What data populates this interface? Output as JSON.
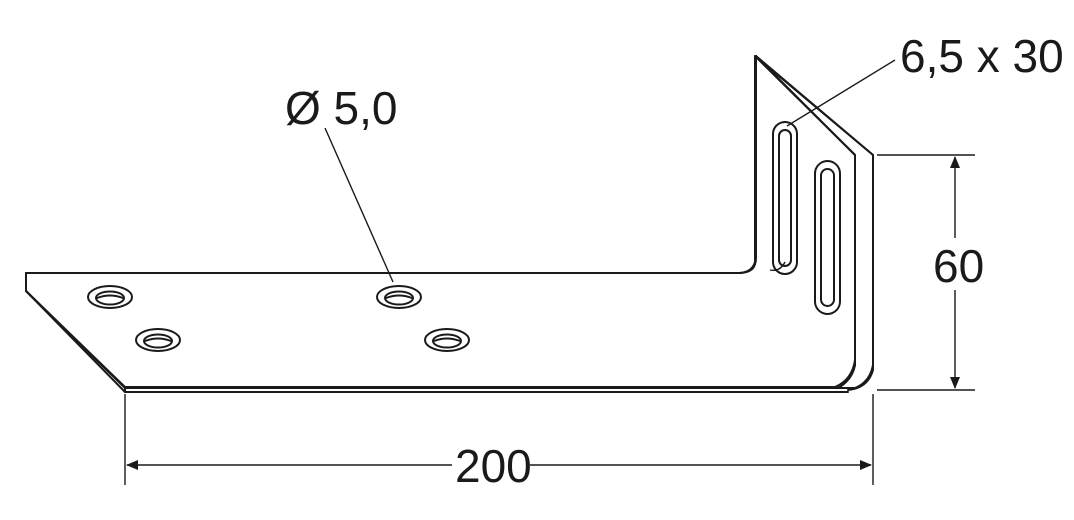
{
  "labels": {
    "hole_diameter": "Ø 5,0",
    "slot_size": "6,5 x 30",
    "height": "60",
    "length": "200"
  },
  "colors": {
    "line": "#1a1a1a",
    "background": "#ffffff"
  }
}
